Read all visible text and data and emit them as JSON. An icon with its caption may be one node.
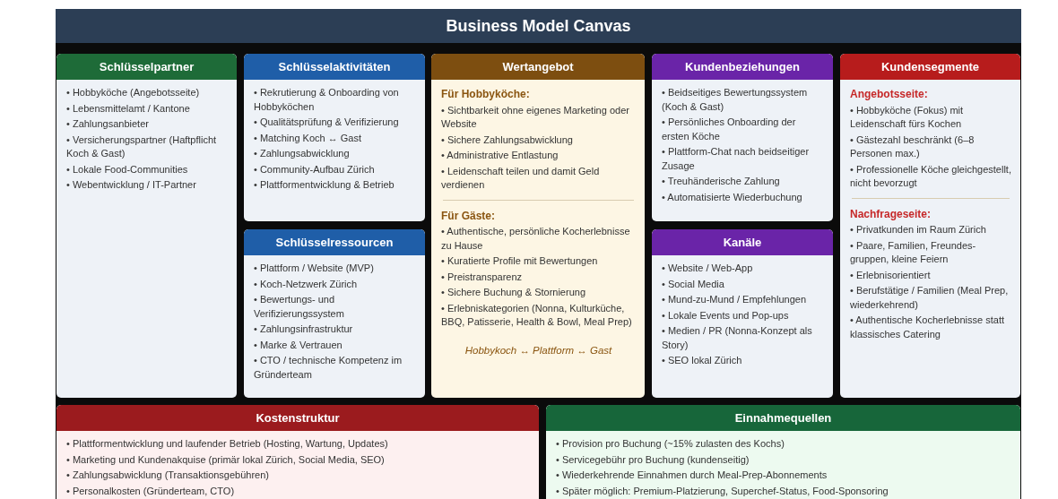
{
  "diagram": {
    "title": "Business Model Canvas",
    "nodes": [
      {
        "text": [
          "Schlüsselpartner",
          "• Hobbyköche (Angebotsseite)",
          "• Lebensmittelamt / Kantone",
          "• Zahlungsanbieter",
          "• Versicherungspartner (Haftpflicht Koch & Gast)",
          "• Lokale Food-Communities",
          "• Webentwicklung / IT-Partner"
        ]
      },
      {
        "text": [
          "Schlüsselaktivitäten",
          "• Rekrutierung & Onboarding von Hobbyköchen",
          "• Qualitätsprüfung & Verifizierung",
          "• Matching Koch ↔ Gast",
          "• Zahlungsabwicklung",
          "• Community-Aufbau Zürich",
          "• Plattformentwicklung & Betrieb"
        ]
      },
      {
        "text": [
          "Schlüsselressourcen",
          "• Plattform / Website (MVP)",
          "• Koch-Netzwerk Zürich",
          "• Bewertungs- und Verifizierungssystem",
          "• Zahlungsinfrastruktur",
          "• Marke & Vertrauen",
          "• CTO / technische Kompetenz im Gründerteam"
        ]
      },
      {
        "text": [
          "Wertangebot",
          "Für Hobbyköche:",
          "• Sichtbarkeit ohne eigenes Marketing oder Website",
          "• Sichere Zahlungsabwicklung",
          "• Administrative Entlastung",
          "• Leidenschaft teilen und damit Geld verdienen",
          "Für Gäste:",
          "• Authentische, persönliche Kocherlebnisse zu Hause",
          "• Kuratierte Profile mit Bewertungen",
          "• Preistransparenz",
          "• Sichere Buchung & Stornierung",
          "• Erlebniskategorien (Nonna, Kulturküche, BBQ, Patisserie, Health & Bowl, Meal Prep)",
          "Hobbykoch ↔ Plattform ↔ Gast"
        ]
      },
      {
        "text": [
          "Kundenbeziehungen",
          "• Beidseitiges Bewertungssystem (Koch & Gast)",
          "• Persönliches Onboarding der ersten Köche",
          "• Plattform-Chat nach beidseitiger Zusage",
          "• Treuhänderische Zahlung",
          "• Automatisierte Wiederbuchung"
        ]
      },
      {
        "text": [
          "Kanäle",
          "• Website / Web-App",
          "• Social Media",
          "• Mund-zu-Mund / Empfehlungen",
          "• Lokale Events und Pop-ups",
          "• Medien / PR (Nonna-Konzept als Story)",
          "• SEO lokal Zürich"
        ]
      },
      {
        "text": [
          "Kundensegmente",
          "Angebotsseite:",
          "• Hobbyköche (Fokus) mit Leidenschaft fürs Kochen",
          "• Gästezahl beschränkt (6–8 Personen max.)",
          "• Professionelle Köche gleichgestellt, nicht bevorzugt",
          "Nachfrageseite:",
          "• Privatkunden im Raum Zürich",
          "• Paare, Familien, Freundes-gruppen, kleine Feiern",
          "• Erlebnisorientiert",
          "• Berufstätige / Familien (Meal Prep, wiederkehrend)",
          "• Authentische Kocherlebnisse statt klassisches Catering"
        ]
      },
      {
        "text": [
          "Kostenstruktur",
          "• Plattformentwicklung und laufender Betrieb (Hosting, Wartung, Updates)",
          "• Marketing und Kundenakquise (primär lokal Zürich, Social Media, SEO)",
          "• Zahlungsabwicklung (Transaktionsgebühren)",
          "• Personalkosten (Gründerteam, CTO)"
        ]
      },
      {
        "text": [
          "Einnahmequellen",
          "• Provision pro Buchung (~15% zulasten des Kochs)",
          "• Servicegebühr pro Buchung (kundenseitig)",
          "• Wiederkehrende Einnahmen durch Meal-Prep-Abonnements",
          "• Später möglich: Premium-Platzierung, Superchef-Status, Food-Sponsoring"
        ]
      }
    ]
  }
}
